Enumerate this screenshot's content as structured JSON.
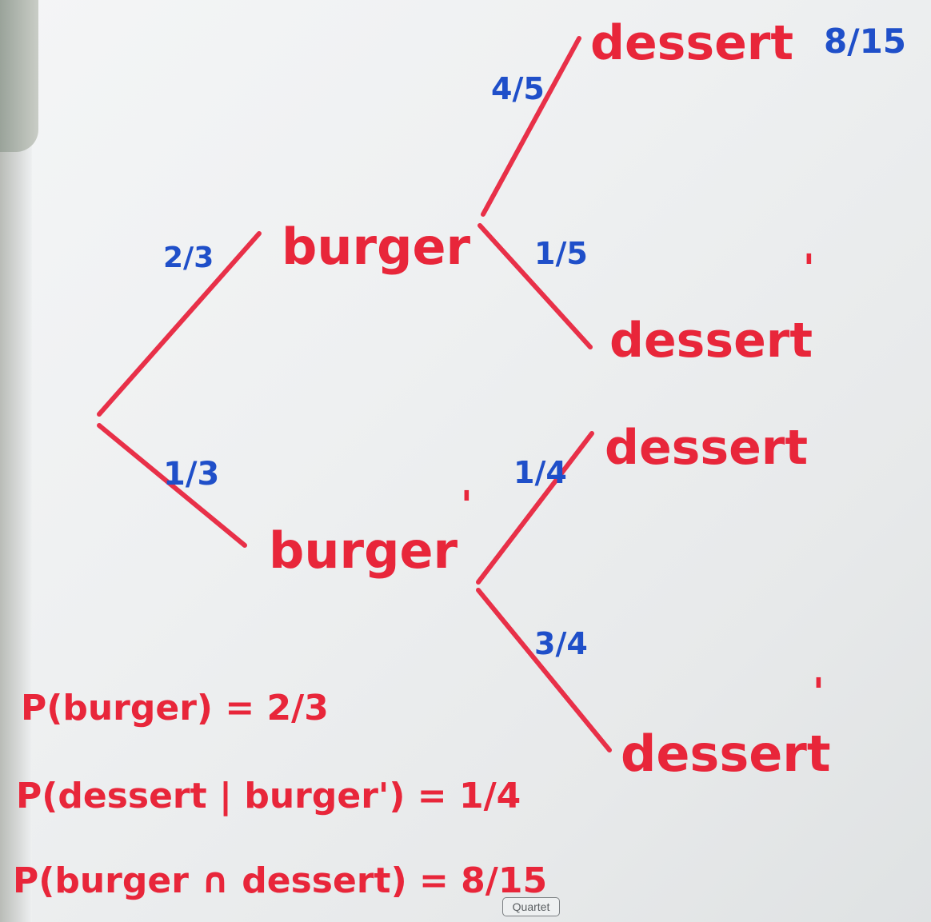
{
  "tree": {
    "level1": {
      "top": {
        "label": "burger",
        "prob": "2/3"
      },
      "bottom": {
        "label": "burger",
        "prime": "'",
        "prob": "1/3"
      }
    },
    "level2": {
      "top_top": {
        "label": "dessert",
        "prob": "4/5",
        "result": "8/15"
      },
      "top_bottom": {
        "label": "dessert",
        "prime": "'",
        "prob": "1/5"
      },
      "bottom_top": {
        "label": "dessert",
        "prob": "1/4"
      },
      "bottom_bottom": {
        "label": "dessert",
        "prime": "'",
        "prob": "3/4"
      }
    }
  },
  "equations": [
    "P(burger) = 2/3",
    "P(dessert | burger') = 1/4",
    "P(burger ∩ dessert) = 8/15"
  ],
  "brand": "Quartet",
  "colors": {
    "ink_red": "#e8263a",
    "ink_blue": "#1f4fc9"
  }
}
